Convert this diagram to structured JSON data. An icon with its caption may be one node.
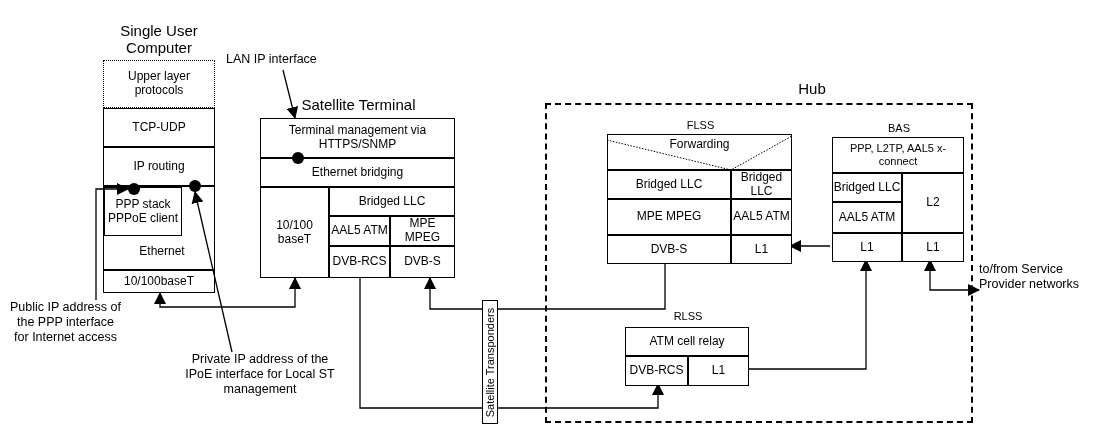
{
  "diagram": {
    "nodes": [
      {
        "text": [
          "Single User Computer"
        ]
      },
      {
        "text": [
          "Upper layer protocols"
        ],
        "in": 0
      },
      {
        "text": [
          "TCP-UDP"
        ],
        "in": 0
      },
      {
        "text": [
          "IP routing"
        ],
        "in": 0
      },
      {
        "text": [
          "Ethernet"
        ],
        "in": 0
      },
      {
        "text": [
          "PPP stack PPPoE client"
        ],
        "in": 4
      },
      {
        "text": [
          "10/100baseT"
        ],
        "in": 0
      },
      {
        "text": [],
        "shape": "circle",
        "in": 0
      },
      {
        "text": [],
        "shape": "circle",
        "in": 0
      },
      {
        "text": [
          "Public IP address of the PPP interface for Internet access"
        ]
      },
      {
        "text": [
          "Private IP address of the IPoE interface for Local ST management"
        ]
      },
      {
        "text": [
          "LAN IP interface"
        ]
      },
      {
        "text": [
          "Satellite Terminal"
        ]
      },
      {
        "text": [
          "Terminal management via HTTPS/SNMP"
        ],
        "in": 12
      },
      {
        "text": [],
        "shape": "circle",
        "in": 12
      },
      {
        "text": [
          "Ethernet bridging"
        ],
        "in": 12
      },
      {
        "text": [
          "10/100 baseT"
        ],
        "in": 12
      },
      {
        "text": [
          "Bridged LLC"
        ],
        "in": 12
      },
      {
        "text": [
          "AAL5 ATM"
        ],
        "in": 12
      },
      {
        "text": [
          "MPE MPEG"
        ],
        "in": 12
      },
      {
        "text": [
          "DVB-RCS"
        ],
        "in": 12
      },
      {
        "text": [
          "DVB-S"
        ],
        "in": 12
      },
      {
        "text": [
          "Satellite Transponders"
        ]
      },
      {
        "text": [
          "Hub"
        ]
      },
      {
        "text": [
          "FLSS"
        ],
        "in": 23
      },
      {
        "text": [
          "Forwarding"
        ],
        "in": 24
      },
      {
        "text": [
          "Bridged LLC"
        ],
        "in": 24
      },
      {
        "text": [
          "Bridged LLC"
        ],
        "in": 24
      },
      {
        "text": [
          "MPE MPEG"
        ],
        "in": 24
      },
      {
        "text": [
          "AAL5 ATM"
        ],
        "in": 24
      },
      {
        "text": [
          "DVB-S"
        ],
        "in": 24
      },
      {
        "text": [
          "L1"
        ],
        "in": 24
      },
      {
        "text": [
          "BAS"
        ],
        "in": 23
      },
      {
        "text": [
          "PPP, L2TP, AAL5 x-connect"
        ],
        "in": 32
      },
      {
        "text": [
          "Bridged LLC"
        ],
        "in": 32
      },
      {
        "text": [
          "AAL5 ATM"
        ],
        "in": 32
      },
      {
        "text": [
          "L2"
        ],
        "in": 32
      },
      {
        "text": [
          "L1"
        ],
        "in": 32
      },
      {
        "text": [
          "L1"
        ],
        "in": 32
      },
      {
        "text": [
          "RLSS"
        ],
        "in": 23
      },
      {
        "text": [
          "ATM cell relay"
        ],
        "in": 39
      },
      {
        "text": [
          "DVB-RCS"
        ],
        "in": 39
      },
      {
        "text": [
          "L1"
        ],
        "in": 39
      },
      {
        "text": [
          "to/from Service Provider networks"
        ]
      }
    ],
    "edges": [
      {
        "from": 9,
        "to": 7,
        "arrow": "to"
      },
      {
        "from": 10,
        "to": 8,
        "arrow": "to"
      },
      {
        "from": 11,
        "to": 13,
        "arrow": "to"
      },
      {
        "from": 6,
        "to": 16,
        "arrow": "both"
      },
      {
        "from": 20,
        "to": 22,
        "arrow": "none"
      },
      {
        "from": 22,
        "to": 41,
        "arrow": "to"
      },
      {
        "from": 30,
        "to": 22,
        "arrow": "none"
      },
      {
        "from": 22,
        "to": 21,
        "arrow": "to"
      },
      {
        "from": 37,
        "to": 31,
        "arrow": "to"
      },
      {
        "from": 42,
        "to": 37,
        "arrow": "to"
      },
      {
        "from": 38,
        "to": 43,
        "arrow": "both"
      }
    ]
  }
}
